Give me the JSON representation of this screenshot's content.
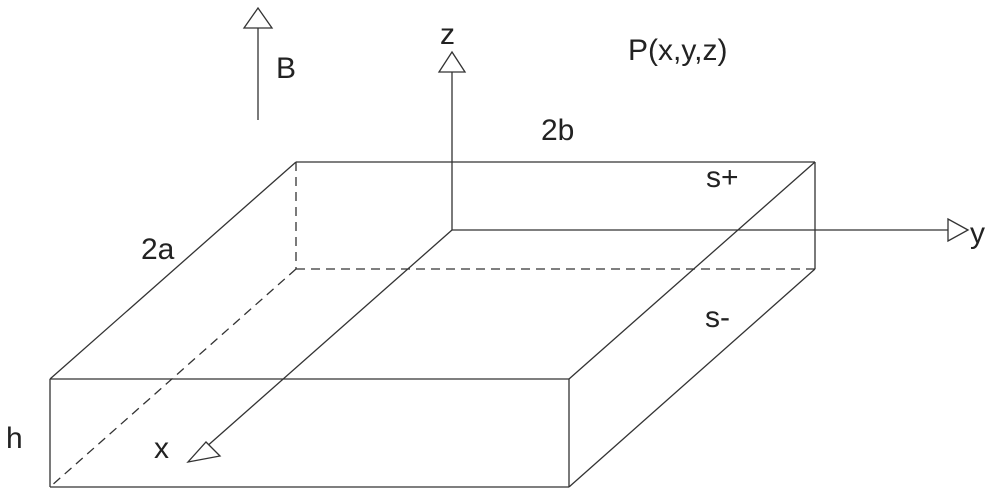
{
  "diagram": {
    "labels": {
      "field": "B",
      "z_axis": "z",
      "y_axis": "y",
      "x_axis": "x",
      "point": "P(x,y,z)",
      "width": "2b",
      "length": "2a",
      "height": "h",
      "top_surface": "s+",
      "bottom_surface": "s-"
    },
    "colors": {
      "line": "#333333",
      "text": "#222222",
      "background": "#ffffff"
    }
  }
}
